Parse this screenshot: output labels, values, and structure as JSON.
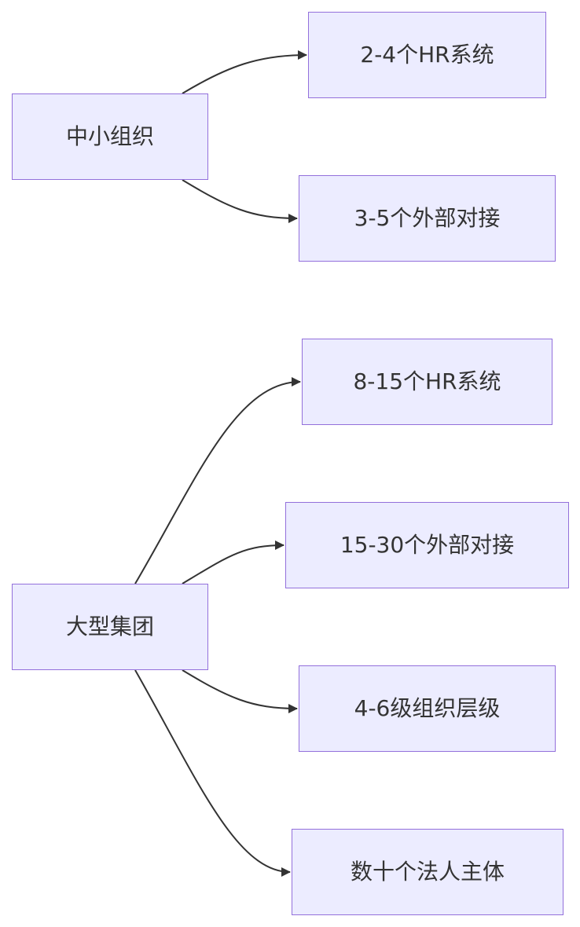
{
  "colors": {
    "node_fill": "#ECECFF",
    "node_border": "#9370DB",
    "edge": "#333333",
    "text": "#333333"
  },
  "nodes": [
    {
      "id": "small",
      "label": "中小组织"
    },
    {
      "id": "small_hr",
      "label": "2-4个HR系统"
    },
    {
      "id": "small_ext",
      "label": "3-5个外部对接"
    },
    {
      "id": "large",
      "label": "大型集团"
    },
    {
      "id": "large_hr",
      "label": "8-15个HR系统"
    },
    {
      "id": "large_ext",
      "label": "15-30个外部对接"
    },
    {
      "id": "large_levels",
      "label": "4-6级组织层级"
    },
    {
      "id": "large_entities",
      "label": "数十个法人主体"
    }
  ],
  "edges": [
    {
      "from": "small",
      "to": "small_hr"
    },
    {
      "from": "small",
      "to": "small_ext"
    },
    {
      "from": "large",
      "to": "large_hr"
    },
    {
      "from": "large",
      "to": "large_ext"
    },
    {
      "from": "large",
      "to": "large_levels"
    },
    {
      "from": "large",
      "to": "large_entities"
    }
  ]
}
